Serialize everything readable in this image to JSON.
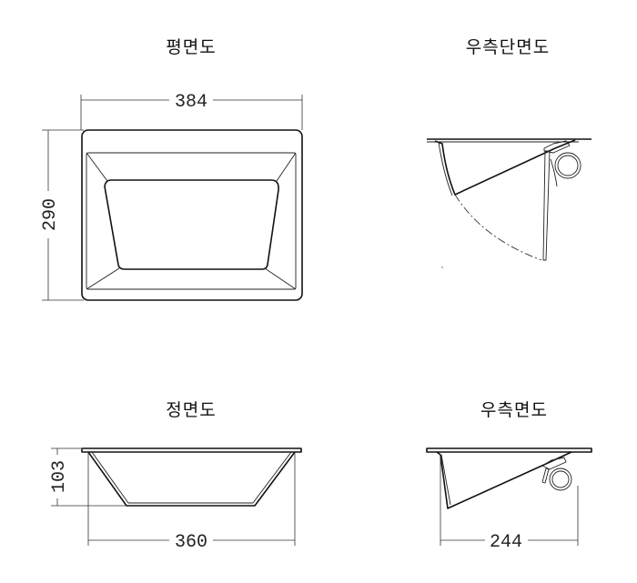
{
  "views": {
    "plan": {
      "title": "평면도",
      "width_dim": "384",
      "height_dim": "290"
    },
    "right_section": {
      "title": "우측단면도"
    },
    "front": {
      "title": "정면도",
      "height_dim": "103",
      "width_dim": "360"
    },
    "right_side": {
      "title": "우측면도",
      "width_dim": "244"
    }
  }
}
